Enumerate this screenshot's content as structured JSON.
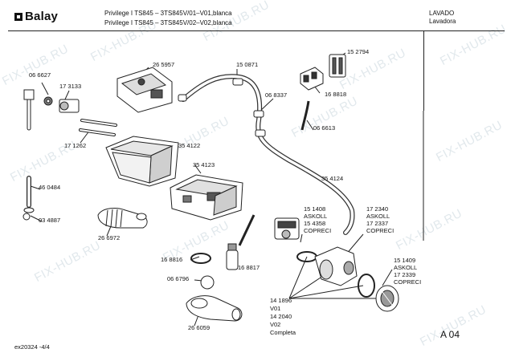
{
  "header": {
    "brand": "Balay",
    "line1": "Privilege I TS845 – 3TS845V/01–V01,blanca",
    "line2": "Privilege I TS845 – 3TS845V/02–V02,blanca",
    "category_es": "LAVADO",
    "category_es2": "Lavadora"
  },
  "parts": {
    "p066627": "06 6627",
    "p173133": "17 3133",
    "p171262": "17 1262",
    "p265957": "26 5957",
    "p150871": "15 0871",
    "p068337": "06 8337",
    "p152794": "15 2794",
    "p168818": "16 8818",
    "p066613": "06 6613",
    "p354122": "35 4122",
    "p354123": "35 4123",
    "p354124": "35 4124",
    "p460484": "46 0484",
    "p034887": "03 4887",
    "p266972": "26 6972",
    "p168816": "16 8816",
    "p168817": "16 8817",
    "p066796": "06 6796",
    "p266059": "26 6059",
    "p151408": "15 1408",
    "askoll1": "ASKOLL",
    "p154358": "15 4358",
    "copreci1": "COPRECI",
    "p172340": "17 2340",
    "askoll2": "ASKOLL",
    "p172337": "17 2337",
    "copreci2": "COPRECI",
    "p151409": "15 1409",
    "askoll3": "ASKOLL",
    "p172339": "17 2339",
    "copreci3": "COPRECI",
    "p141896": "14 1896",
    "v01": "V01",
    "p142040": "14 2040",
    "v02": "V02",
    "completa": "Completa"
  },
  "footer": {
    "code": "ex20324 -4/4",
    "page": "A 04"
  },
  "watermark": "FIX-HUB.RU"
}
